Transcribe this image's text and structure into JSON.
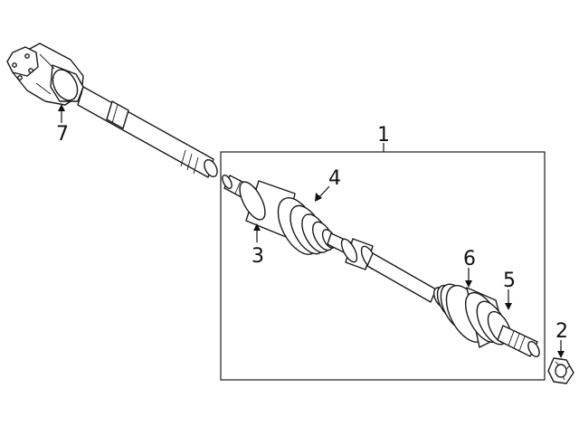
{
  "callouts": {
    "c1": "1",
    "c2": "2",
    "c3": "3",
    "c4": "4",
    "c5": "5",
    "c6": "6",
    "c7": "7"
  },
  "parts": [
    {
      "id": "1",
      "icon": "drive-axle-assembly"
    },
    {
      "id": "2",
      "icon": "axle-nut"
    },
    {
      "id": "3",
      "icon": "inner-cv-joint-housing"
    },
    {
      "id": "4",
      "icon": "inner-cv-boot"
    },
    {
      "id": "5",
      "icon": "outer-cv-joint"
    },
    {
      "id": "6",
      "icon": "outer-cv-boot"
    },
    {
      "id": "7",
      "icon": "intermediate-shaft"
    }
  ],
  "colors": {
    "line": "#1a1a1a",
    "background": "#ffffff"
  }
}
